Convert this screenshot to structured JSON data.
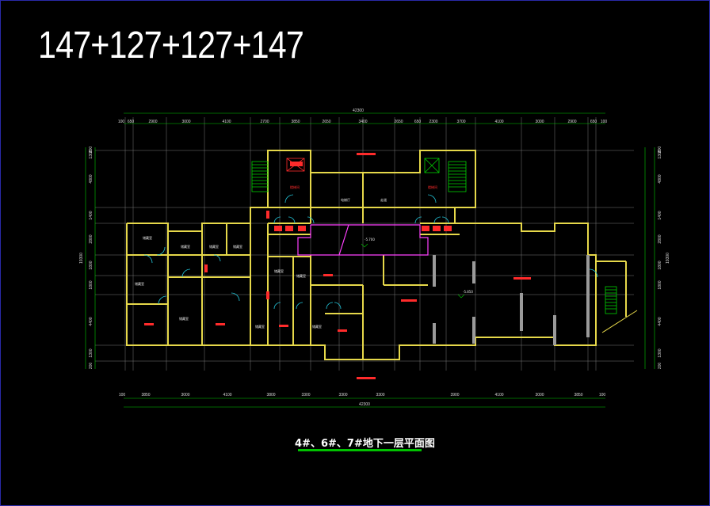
{
  "header": {
    "title": "147+127+127+147"
  },
  "caption": {
    "text": "4#、6#、7#地下一层平面图"
  },
  "overall_dimension": "42300",
  "dims_top": [
    "100",
    "650",
    "2900",
    "3000",
    "4100",
    "2700",
    "3850",
    "2650",
    "3400",
    "2650",
    "650",
    "2300",
    "3700",
    "4100",
    "3000",
    "2900",
    "650",
    "100"
  ],
  "dims_bottom": [
    "100",
    "3850",
    "3000",
    "4100",
    "3800",
    "3300",
    "3300",
    "3300",
    "3900",
    "4100",
    "3000",
    "3850",
    "100"
  ],
  "dims_left": [
    "200",
    "1300",
    "4800",
    "1400",
    "2800",
    "1800",
    "1800",
    "4400",
    "1300",
    "200"
  ],
  "dims_right": [
    "200",
    "1300",
    "4800",
    "1400",
    "2800",
    "1800",
    "1800",
    "4400",
    "1300",
    "200"
  ],
  "dims_left_total": "19300",
  "dims_right_total": "19300",
  "room_labels": [
    "储藏室",
    "储藏室",
    "储藏室",
    "储藏室",
    "储藏室",
    "储藏室",
    "储藏室",
    "储藏室",
    "储藏室",
    "储藏室",
    "楼梯间",
    "楼梯间",
    "电梯厅",
    "走道"
  ],
  "level_labels": [
    "-5.700",
    "-5.850"
  ],
  "colors": {
    "background": "#000000",
    "wall": "#e6d84a",
    "grid": "#888888",
    "dimension": "#00cc00",
    "stair": "#00d000",
    "door": "#22c4d8",
    "corridor": "#ff40ff",
    "red_text": "#ff2b2b"
  }
}
